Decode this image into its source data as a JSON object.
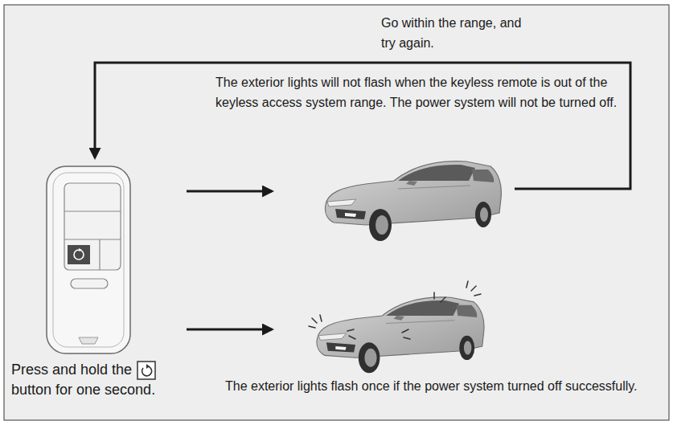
{
  "diagram": {
    "labels": [
      "Go within the range, and try again.",
      "The exterior lights will not flash when the keyless remote is out of the keyless access system range. The power system will not be turned off.",
      "Press and hold the",
      "button for one second.",
      "The exterior lights flash once if the power system turned off successfully."
    ]
  }
}
